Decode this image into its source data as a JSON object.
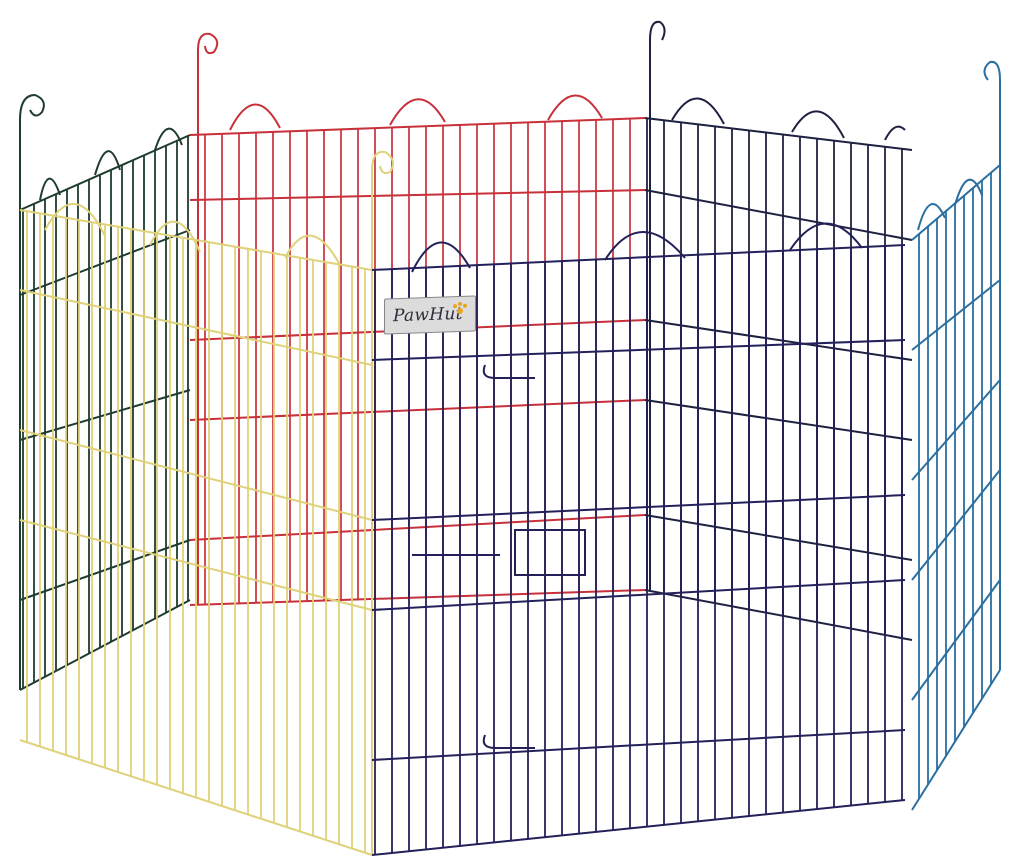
{
  "image": {
    "subject": "Hexagonal multi-color metal pet playpen with door",
    "background": "#ffffff"
  },
  "logo": {
    "brand": "PawHut",
    "accent": "#e8a520"
  },
  "panels": [
    {
      "name": "back-left",
      "color": "#1f3d2e"
    },
    {
      "name": "back-center",
      "color": "#c8303a"
    },
    {
      "name": "back-right",
      "color": "#1e2140"
    },
    {
      "name": "right",
      "color": "#2a6fa0"
    },
    {
      "name": "front-left",
      "color": "#e0d27a"
    },
    {
      "name": "front-door",
      "color": "#23205a"
    }
  ]
}
